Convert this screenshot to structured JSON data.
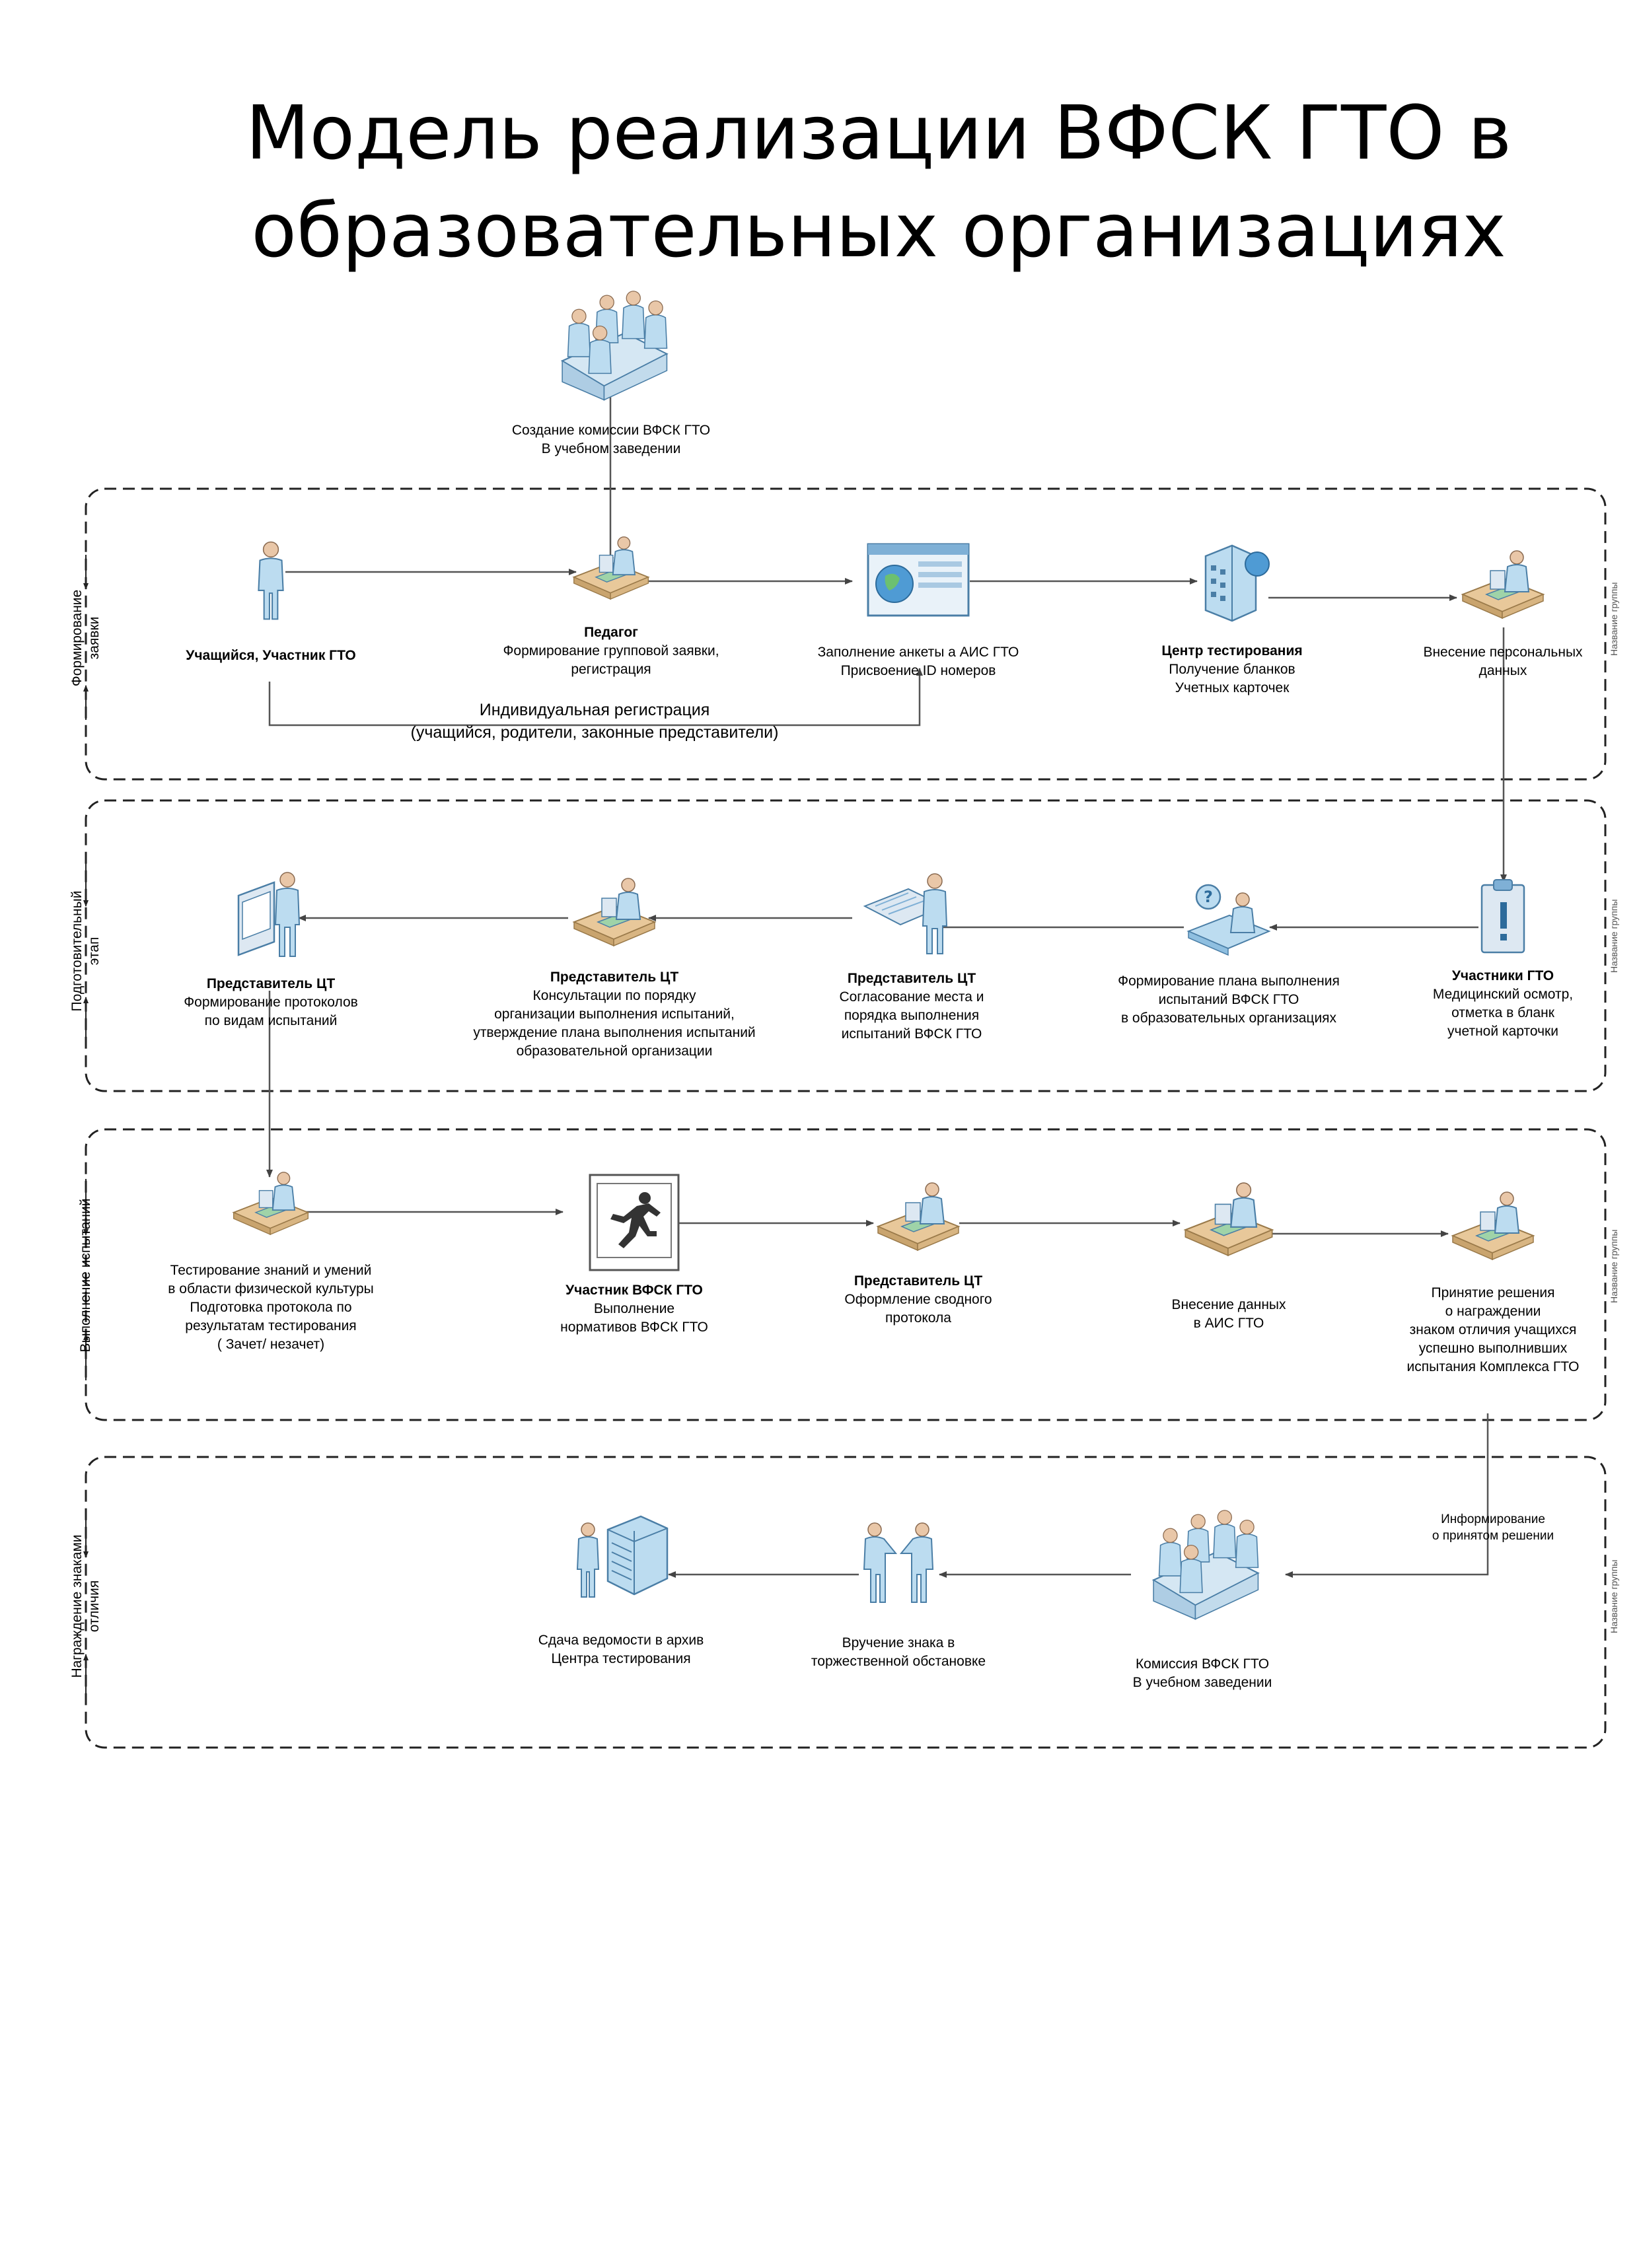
{
  "title": {
    "line1": "Модель реализации ВФСК ГТО в",
    "line2": "образовательных организациях"
  },
  "top_node": {
    "caption": "Создание комиссии ВФСК ГТО\nВ учебном заведении",
    "icon": "meeting-group-icon"
  },
  "lanes": [
    {
      "label": "Формирование\nзаявки",
      "side": "Название группы"
    },
    {
      "label": "Подготовительный\nэтап",
      "side": "Название группы"
    },
    {
      "label": "Выполнение испытаний",
      "side": "Название группы"
    },
    {
      "label": "Награждение знаками\nотличия",
      "side": "Название группы"
    }
  ],
  "lane1": {
    "n1": {
      "bold": "Учащийся, Участник ГТО",
      "text": "",
      "icon": "person-icon"
    },
    "n2": {
      "bold": "Педагог",
      "text": "Формирование групповой заявки,\nрегистрация",
      "icon": "person-at-desk-icon"
    },
    "n3": {
      "bold": "",
      "text": "Заполнение анкеты а АИС ГТО\nПрисвоение ID номеров",
      "icon": "web-browser-icon"
    },
    "n4": {
      "bold": "Центр тестирования",
      "text": "Получение бланков\nУчетных карточек",
      "icon": "server-building-icon"
    },
    "n5": {
      "bold": "",
      "text": "Внесение персональных\nданных",
      "icon": "person-at-desk-icon"
    },
    "individual": "Индивидуальная регистрация\n(учащийся, родители, законные представители)"
  },
  "lane2": {
    "n1": {
      "bold": "Представитель ЦТ",
      "text": "Формирование протоколов\nпо видам испытаний",
      "icon": "person-at-workstation-icon"
    },
    "n2": {
      "bold": "Представитель ЦТ",
      "text": "Консультации по порядку\nорганизации выполнения испытаний,\nутверждение плана выполнения испытаний\nобразовательной организации",
      "icon": "person-at-desk-icon"
    },
    "n3": {
      "bold": "Представитель ЦТ",
      "text": "Согласование места и\nпорядка выполнения\nиспытаний ВФСК ГТО",
      "icon": "person-with-plan-icon"
    },
    "n4": {
      "bold": "",
      "text": "Формирование плана выполнения\nиспытаний ВФСК ГТО\nв образовательных организациях",
      "icon": "help-desk-icon"
    },
    "n5": {
      "bold": "Участники ГТО",
      "text": "Медицинский осмотр,\nотметка в бланк\nучетной карточки",
      "icon": "clipboard-alert-icon"
    }
  },
  "lane3": {
    "n1": {
      "bold": "",
      "text": "Тестирование знаний и умений\nв области физической культуры\nПодготовка протокола по\nрезультатам тестирования\n( Зачет/ незачет)",
      "icon": "person-at-desk-icon"
    },
    "n2": {
      "bold": "Участник ВФСК ГТО",
      "text": "Выполнение\nнормативов ВФСК ГТО",
      "icon": "running-man-icon"
    },
    "n3": {
      "bold": "Представитель ЦТ",
      "text": "Оформление сводного\nпротокола",
      "icon": "person-at-desk-icon"
    },
    "n4": {
      "bold": "",
      "text": "Внесение данных\nв АИС ГТО",
      "icon": "person-at-desk-icon"
    },
    "n5": {
      "bold": "",
      "text": "Принятие решения\nо награждении\nзнаком отличия учащихся\nуспешно выполнивших\nиспытания Комплекса ГТО",
      "icon": "person-at-desk-icon"
    }
  },
  "lane4": {
    "n1": {
      "bold": "",
      "text": "Сдача ведомости в архив\nЦентра тестирования",
      "icon": "archive-server-icon"
    },
    "n2": {
      "bold": "",
      "text": "Вручение знака в\nторжественной обстановке",
      "icon": "handshake-icon"
    },
    "n3": {
      "bold": "",
      "text": "Комиссия ВФСК ГТО\nВ учебном заведении",
      "icon": "meeting-group-icon"
    },
    "inform": "Информирование\nо принятом решении"
  },
  "colors": {
    "figure_fill": "#bcdcf0",
    "figure_stroke": "#4a7ea6",
    "desk": "#e8c89a",
    "line": "#555555"
  }
}
